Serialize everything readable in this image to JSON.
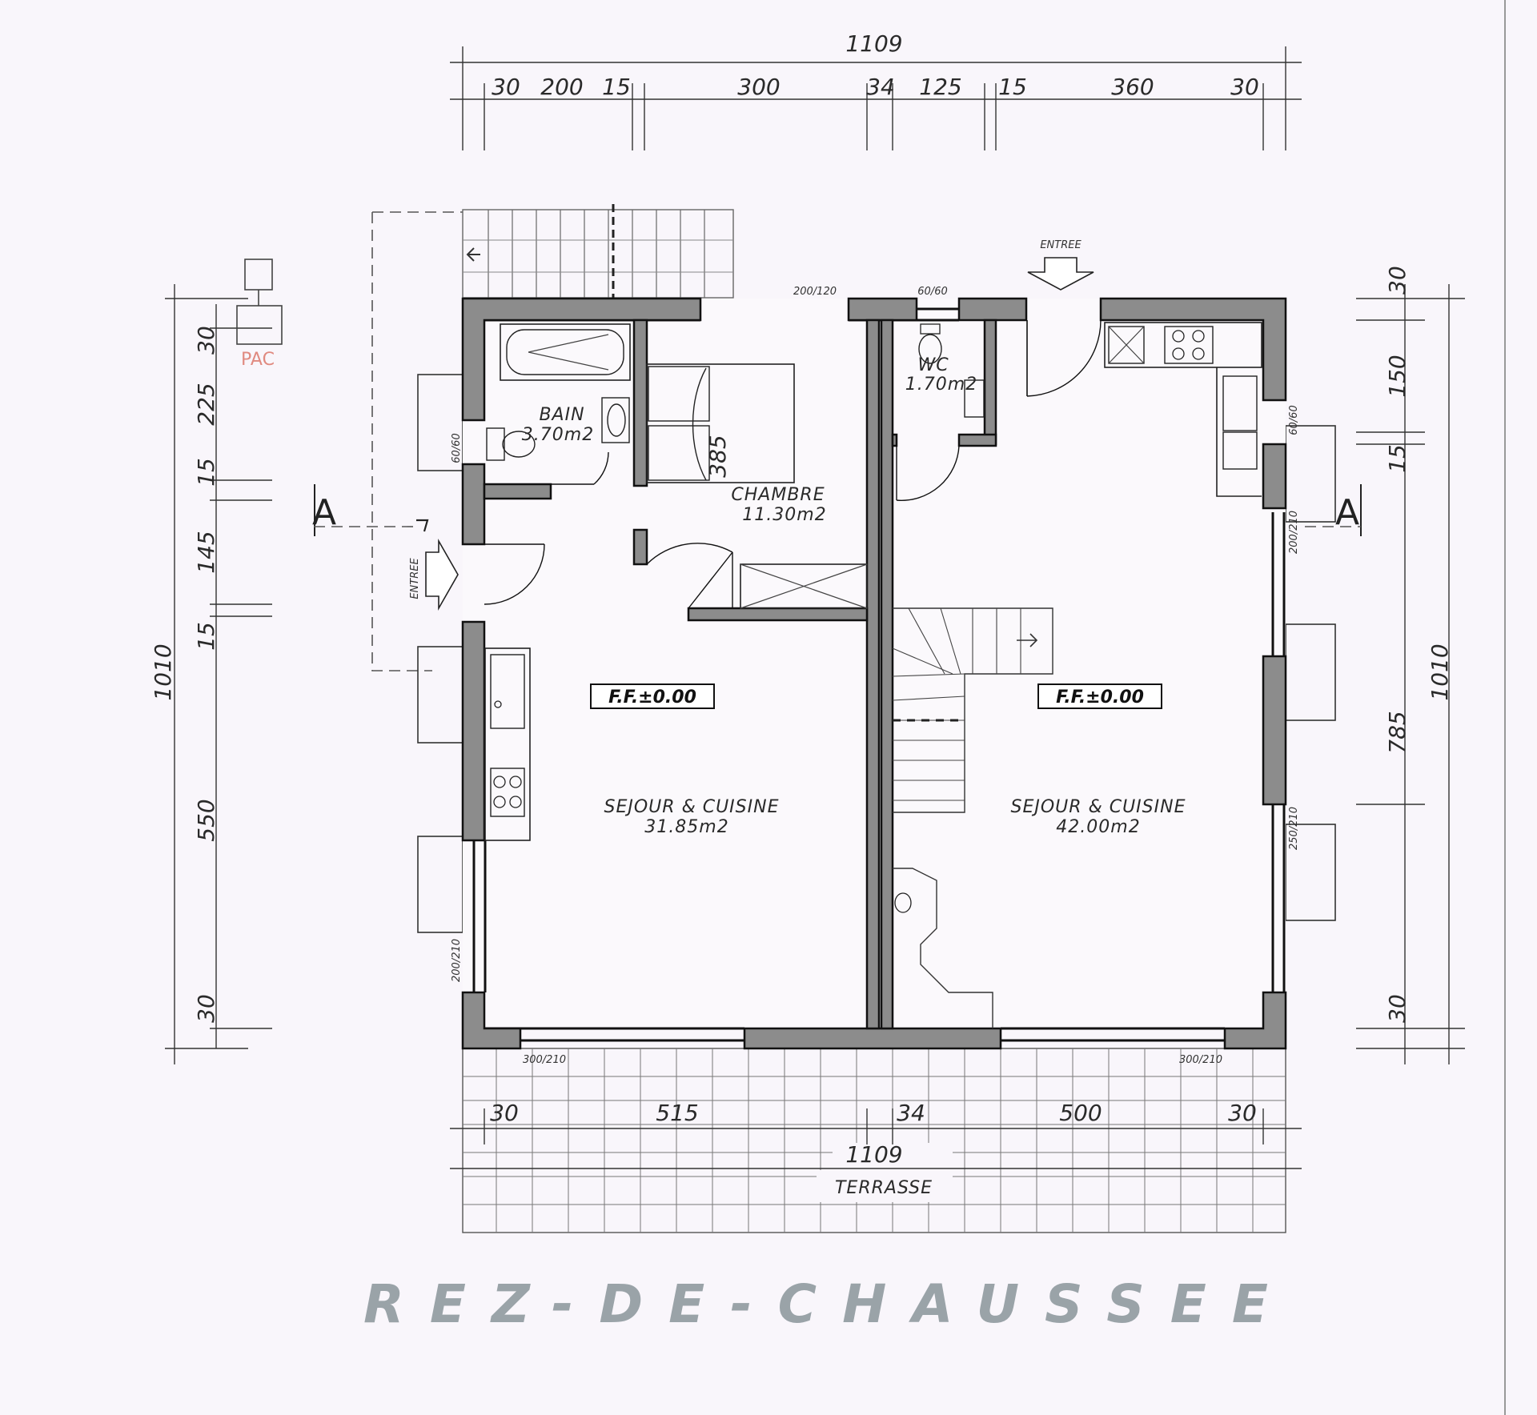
{
  "title": "REZ-DE-CHAUSSEE",
  "dimensions": {
    "top_total": "1109",
    "top_segments": [
      "30",
      "200",
      "15",
      "300",
      "34",
      "125",
      "15",
      "360",
      "30"
    ],
    "bottom_segments": [
      "30",
      "515",
      "34",
      "500",
      "30"
    ],
    "bottom_total": "1109",
    "left_total": "1010",
    "left_segments": [
      "30",
      "225",
      "15",
      "145",
      "15",
      "550",
      "30"
    ],
    "right_total": "1010",
    "right_segments": [
      "30",
      "150",
      "15",
      "785",
      "30"
    ],
    "chambre_inner": "385"
  },
  "rooms": {
    "bain": {
      "name": "BAIN",
      "area": "3.70m2"
    },
    "chambre": {
      "name": "CHAMBRE",
      "area": "11.30m2"
    },
    "wc": {
      "name": "WC",
      "area": "1.70m2"
    },
    "sejour_left": {
      "name": "SEJOUR  &  CUISINE",
      "area": "31.85m2"
    },
    "sejour_right": {
      "name": "SEJOUR  &  CUISINE",
      "area": "42.00m2"
    },
    "terrasse": {
      "name": "TERRASSE"
    }
  },
  "floor_levels": {
    "left": "F.F.±0.00",
    "right": "F.F.±0.00"
  },
  "labels": {
    "entree_top": "ENTREE",
    "entree_left": "ENTREE",
    "pac": "PAC",
    "section_left": "A",
    "section_right": "A"
  },
  "openings": {
    "top_200_120": "200/120",
    "top_60_60": "60/60",
    "left_60_60": "60/60",
    "left_200_210": "200/210",
    "right_60_60": "60/60",
    "right_200_210": "200/210",
    "right_250_210": "250/210",
    "bottom_left": "300/210",
    "bottom_right": "300/210"
  }
}
